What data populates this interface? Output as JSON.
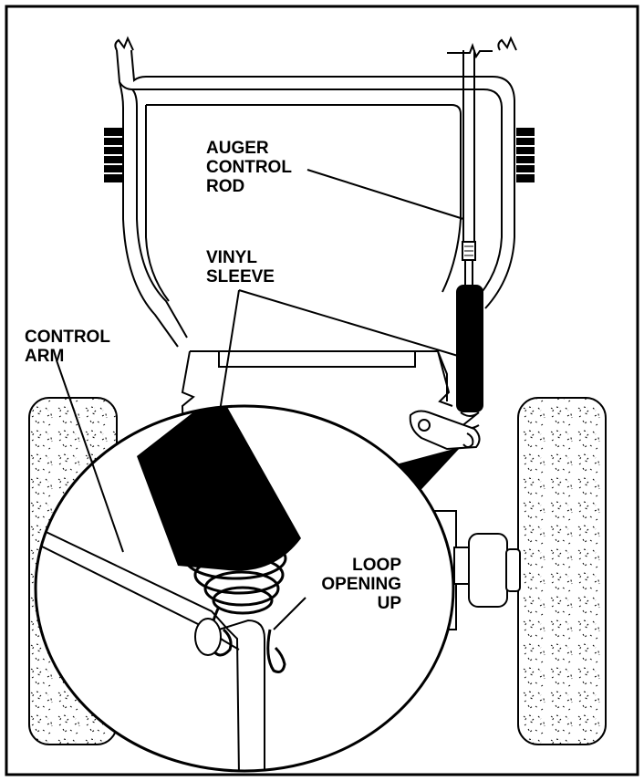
{
  "labels": {
    "auger_control_rod": [
      "AUGER",
      "CONTROL",
      "ROD"
    ],
    "vinyl_sleeve": [
      "VINYL",
      "SLEEVE"
    ],
    "control_arm": [
      "CONTROL",
      "ARM"
    ],
    "loop_opening_up": [
      "LOOP",
      "OPENING",
      "UP"
    ]
  },
  "colors": {
    "line": "#000000",
    "fill": "#ffffff"
  }
}
